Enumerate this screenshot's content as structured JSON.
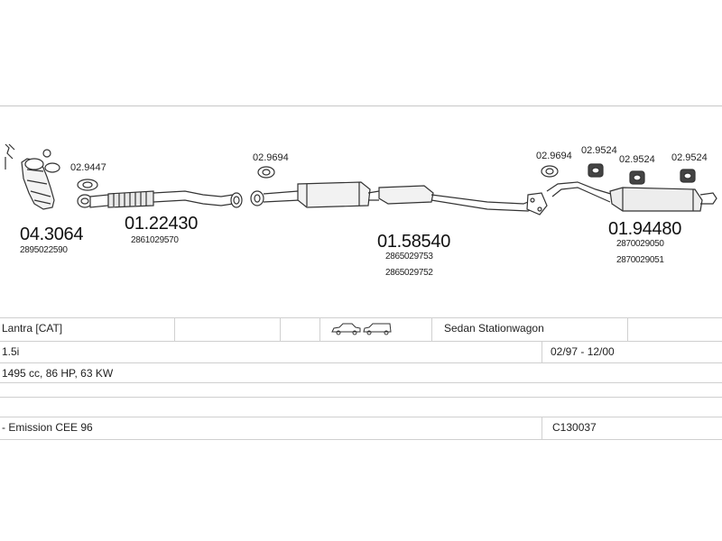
{
  "parts": {
    "catalyst": {
      "number": "04.3064",
      "oe": "2895022590"
    },
    "front_pipe": {
      "number": "01.22430",
      "oe": "2861029570"
    },
    "centre_silencer": {
      "number": "01.58540",
      "oe1": "2865029753",
      "oe2": "2865029752"
    },
    "rear_silencer": {
      "number": "01.94480",
      "oe1": "2870029050",
      "oe2": "2870029051"
    }
  },
  "fittings": {
    "gasket_a": "02.9447",
    "gasket_b": "02.9694",
    "gasket_c": "02.9694",
    "mount_a": "02.9524",
    "mount_b": "02.9524",
    "mount_c": "02.9524"
  },
  "vehicle": {
    "model": "Lantra  [CAT]",
    "body_types": "Sedan  Stationwagon",
    "engine": "1.5i",
    "years": "02/97  -  12/00",
    "specs": "1495 cc, 86 HP, 63 KW",
    "emission": "- Emission CEE 96",
    "code": "C130037"
  },
  "icons": [
    "sedan-icon",
    "stationwagon-icon"
  ]
}
